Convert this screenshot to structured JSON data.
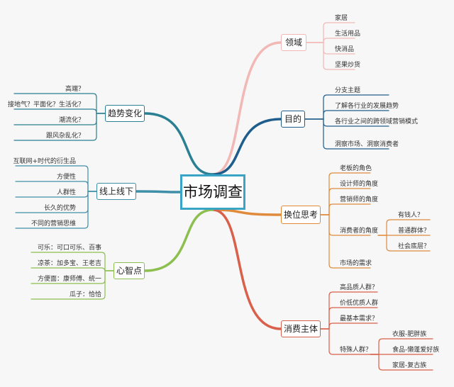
{
  "central": {
    "label": "市场调查"
  },
  "colors": {
    "domain": "#f2b8b6",
    "purpose": "#1f5e8c",
    "perspective": "#e08a3c",
    "consumer": "#d9604a",
    "trend": "#2a7f92",
    "online": "#3f8fa8",
    "mind": "#8cbf50"
  },
  "branches": {
    "domain": {
      "label": "领域",
      "leaves": [
        "家居",
        "生活用品",
        "快消品",
        "坚果炒货"
      ]
    },
    "purpose": {
      "label": "目的",
      "leaves": [
        "分支主题",
        "了解各行业的发展趋势",
        "各行业之间的跨领域营销模式",
        "洞察市场、洞察消费者"
      ]
    },
    "perspective": {
      "label": "换位思考",
      "leaves": [
        "老板的角色",
        "设计师的角度",
        "营销师的角度",
        "消费者的角度",
        "市场的需求"
      ],
      "consumer_sub": [
        "有钱人？",
        "普通群体？",
        "社会底层？"
      ]
    },
    "consumer": {
      "label": "消费主体",
      "leaves": [
        "高品质人群？",
        "价低优质人群",
        "最基本需求？",
        "特殊人群？"
      ],
      "special_sub": [
        "衣服-肥胖族",
        "食品-懒蓬爱好族",
        "家居-复古族"
      ]
    },
    "trend": {
      "label": "趋势变化",
      "leaves": [
        "高端？",
        "接地气？平面化？生活化？",
        "潮流化？",
        "跟风杂乱化？"
      ]
    },
    "online": {
      "label": "线上线下",
      "leaves": [
        "互联网+时代的衍生品",
        "方便性",
        "人群性",
        "长久的优势",
        "不同的营销思维"
      ]
    },
    "mind": {
      "label": "心智点",
      "leaves": [
        "可乐：可口可乐、百事",
        "凉茶：加多宝、王老吉",
        "方便面：康师傅、统一",
        "瓜子：恰恰"
      ]
    }
  }
}
